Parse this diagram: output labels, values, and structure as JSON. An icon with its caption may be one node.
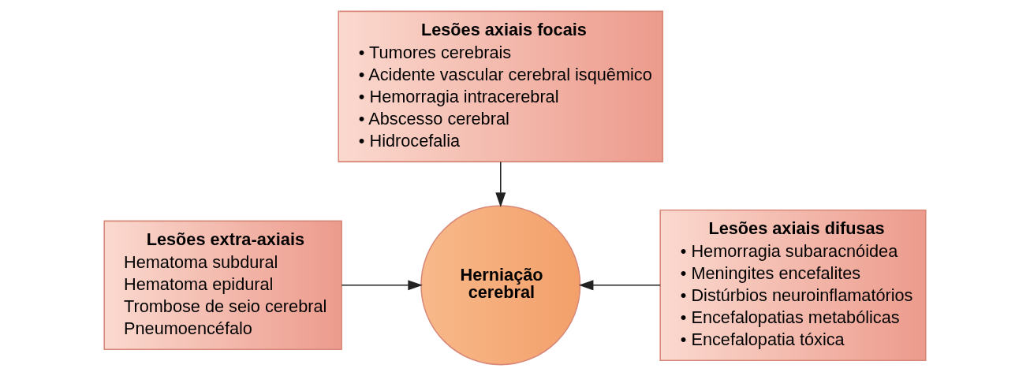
{
  "diagram": {
    "nodes": [
      {
        "text": [
          "Lesões axiais focais",
          "• Tumores cerebrais",
          "• Acidente vascular cerebral isquêmico",
          "• Hemorragia intracerebral",
          "• Abscesso cerebral",
          "• Hidrocefalia"
        ]
      },
      {
        "text": [
          "Lesões extra-axiais",
          "Hematoma subdural",
          "Hematoma epidural",
          "Trombose de seio cerebral",
          "Pneumoencéfalo"
        ]
      },
      {
        "text": [
          "Herniação cerebral"
        ]
      },
      {
        "text": [
          "Lesões axiais difusas",
          "• Hemorragia subaracnóidea",
          "• Meningites encefalites",
          "• Distúrbios neuroinflamatórios",
          "• Encefalopatias metabólicas",
          "• Encefalopatia tóxica"
        ]
      }
    ],
    "edges": [
      {
        "from": 0,
        "to": 2,
        "arrow": "to"
      },
      {
        "from": 1,
        "to": 2,
        "arrow": "to"
      },
      {
        "from": 3,
        "to": 2,
        "arrow": "to"
      }
    ]
  }
}
